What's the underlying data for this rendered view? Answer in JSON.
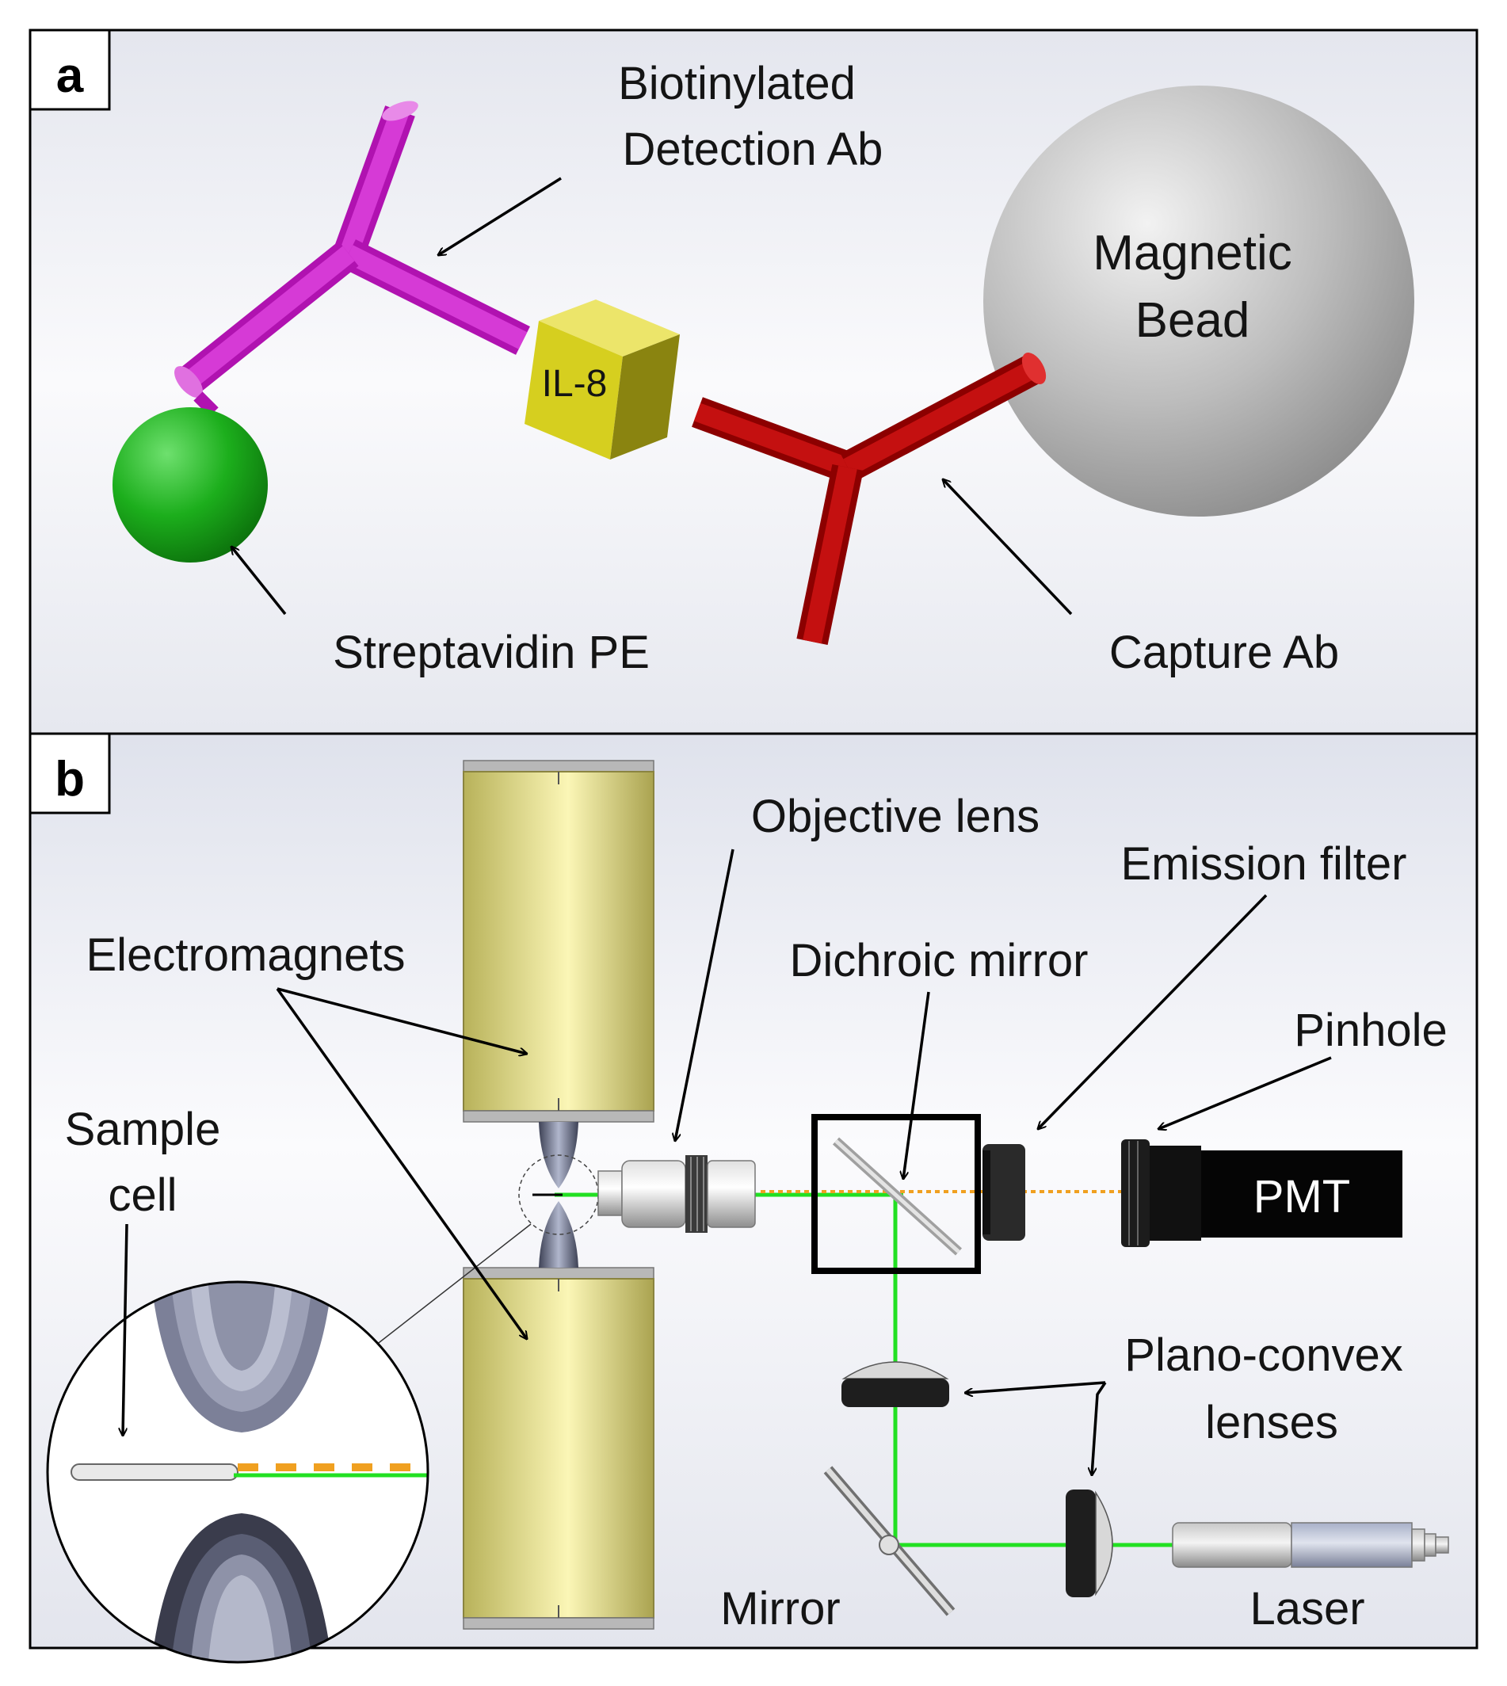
{
  "panel_a": {
    "letter": "a",
    "labels": {
      "detection_ab_line1": "Biotinylated",
      "detection_ab_line2": "Detection Ab",
      "magnetic_bead_line1": "Magnetic",
      "magnetic_bead_line2": "Bead",
      "antigen": "IL-8",
      "streptavidin": "Streptavidin PE",
      "capture_ab": "Capture Ab"
    },
    "colors": {
      "detection_ab": "#cc1fcc",
      "capture_ab": "#c00000",
      "antigen": "#d6cf1f",
      "streptavidin": "#1cae1c",
      "bead": "#bdbdbd"
    }
  },
  "panel_b": {
    "letter": "b",
    "labels": {
      "objective_lens": "Objective  lens",
      "emission_filter": "Emission filter",
      "electromagnets": "Electromagnets",
      "dichroic_mirror": "Dichroic mirror",
      "pinhole": "Pinhole",
      "sample_cell_line1": "Sample",
      "sample_cell_line2": "cell",
      "pmt": "PMT",
      "plano_convex_line1": "Plano-convex",
      "plano_convex_line2": "lenses",
      "mirror": "Mirror",
      "laser": "Laser"
    },
    "colors": {
      "excitation_beam": "#22e022",
      "emission_beam": "#f0a020",
      "electromagnet": "#d8d27c"
    }
  }
}
